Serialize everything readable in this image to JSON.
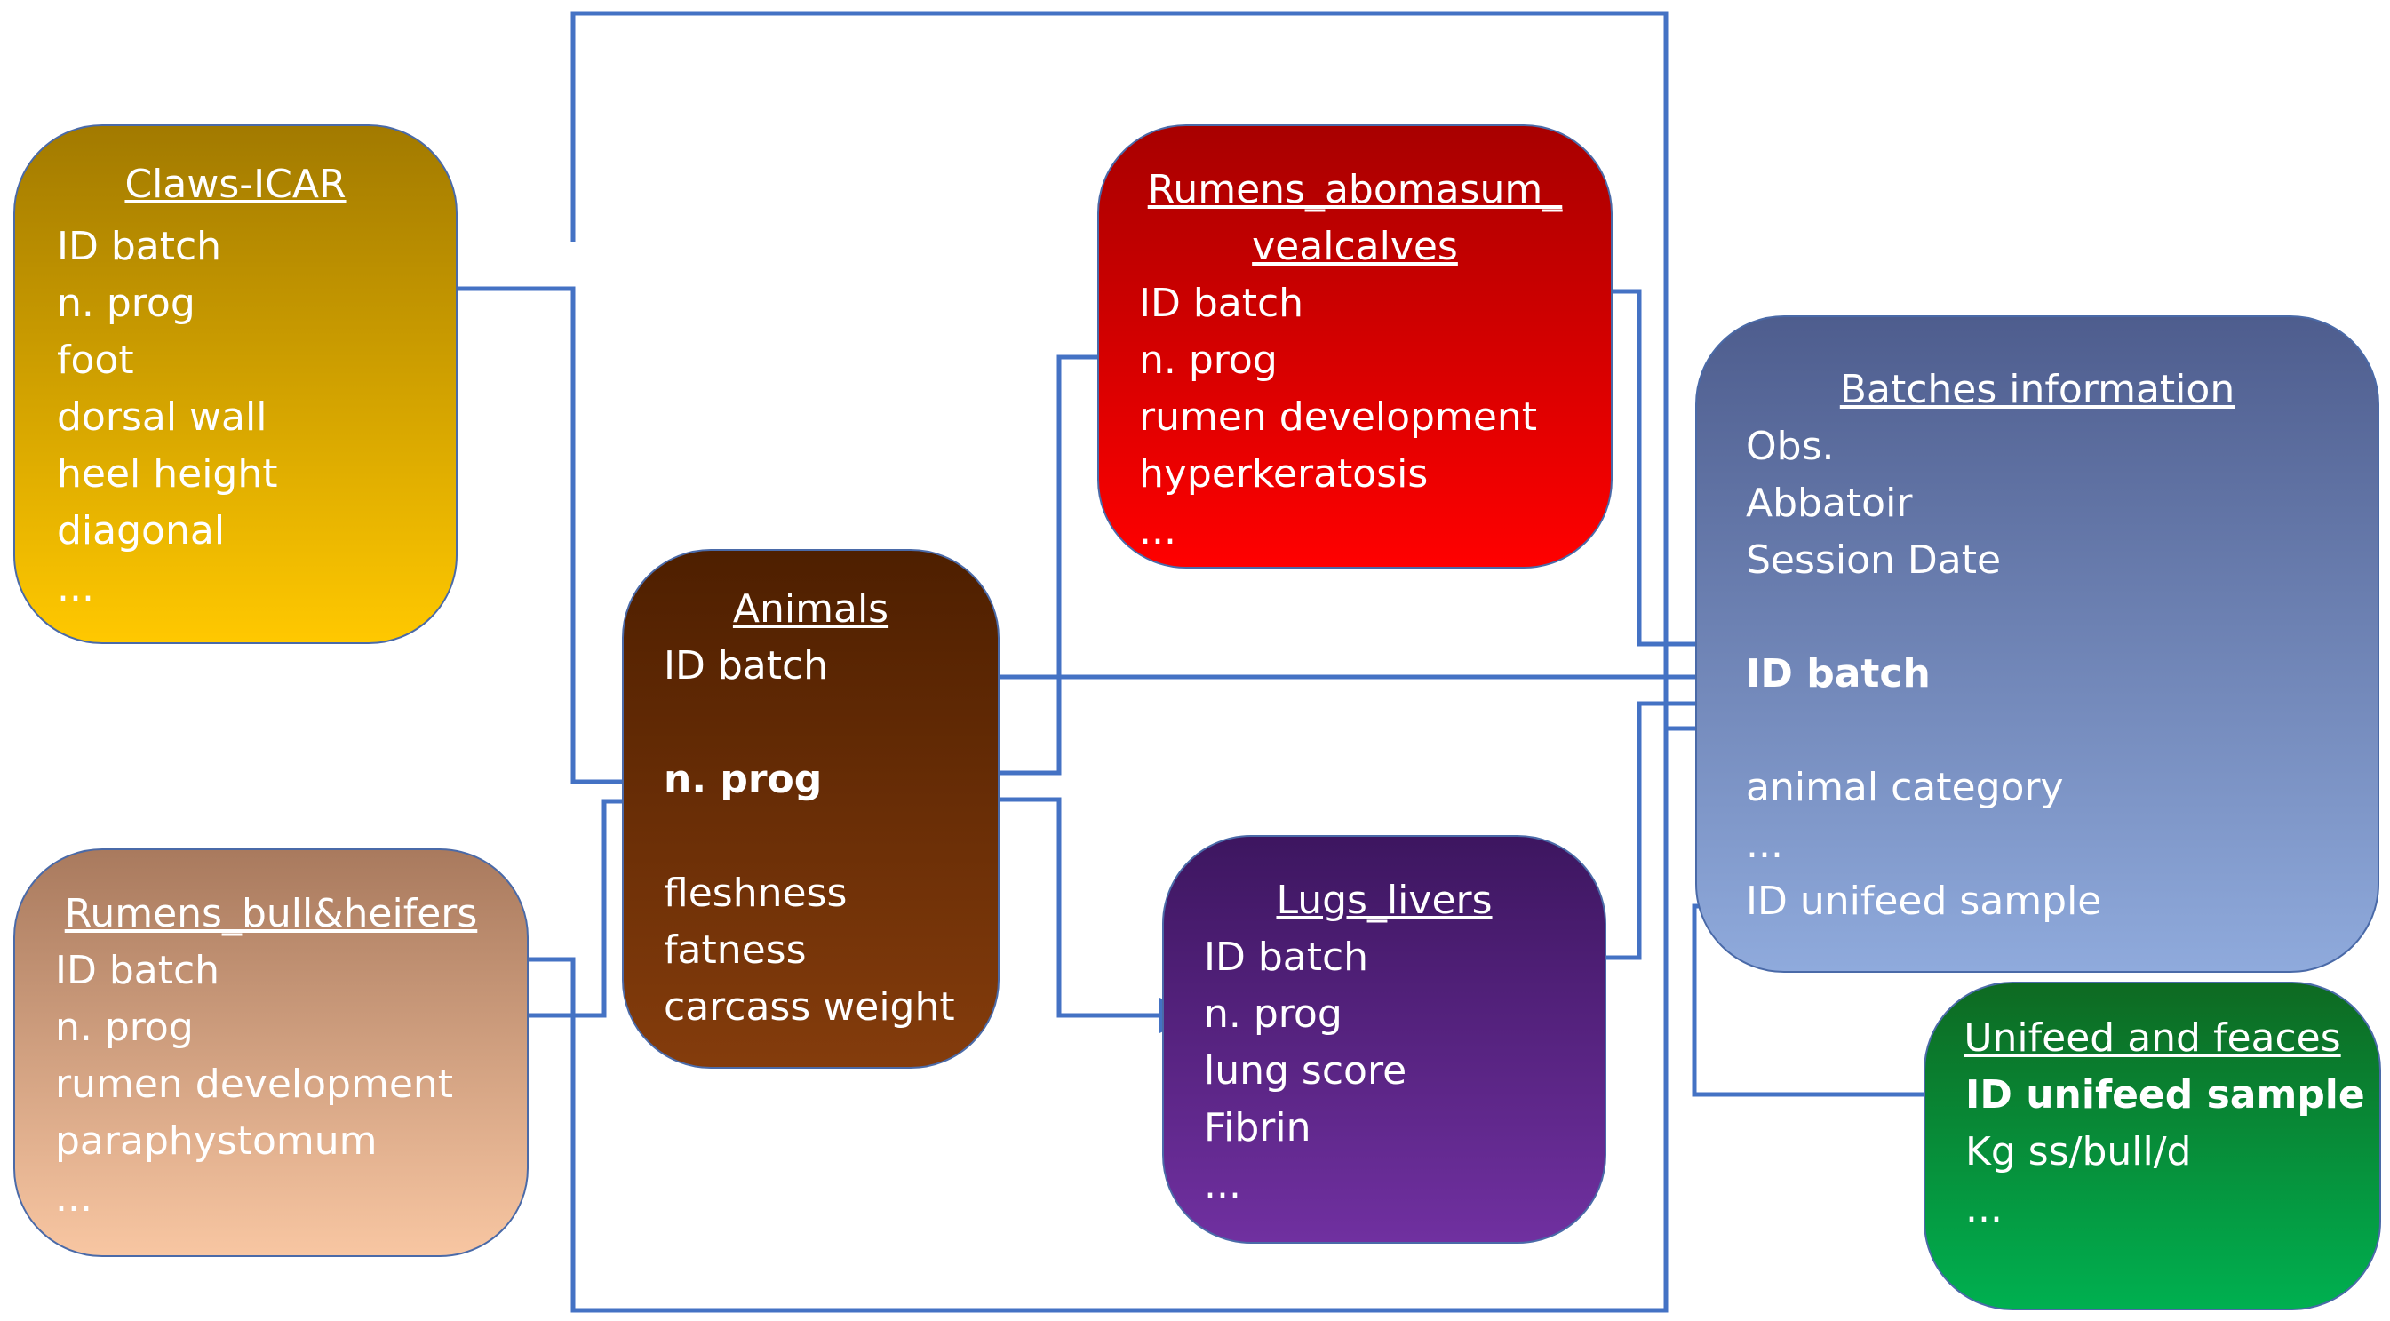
{
  "colors": {
    "connector": "#4472c4",
    "claws": [
      "#a27a00",
      "#ffc800"
    ],
    "rumens_calves": [
      "#a80000",
      "#ff0000"
    ],
    "animals": [
      "#4e1f00",
      "#843c0c"
    ],
    "rumens_bull": [
      "#a97a5e",
      "#f8c6a2"
    ],
    "lungs": [
      "#3d1660",
      "#7030a0"
    ],
    "batches": [
      "#4e5d8e",
      "#8faadc"
    ],
    "unifeed": [
      "#0e6a22",
      "#00b050"
    ]
  },
  "boxes": {
    "claws": {
      "title": "Claws-ICAR",
      "fields": [
        "ID batch",
        "n. prog",
        "foot",
        "dorsal wall",
        "heel height",
        "diagonal",
        "..."
      ]
    },
    "rumens_calves": {
      "title_line1": "Rumens_abomasum_",
      "title_line2": "vealcalves",
      "fields": [
        "ID batch",
        "n. prog",
        "rumen development",
        "hyperkeratosis",
        "..."
      ]
    },
    "animals": {
      "title": "Animals",
      "fields": [
        "ID batch",
        "n. prog",
        "fleshness",
        "fatness",
        "carcass weight"
      ]
    },
    "rumens_bull": {
      "title": "Rumens_bull&heifers",
      "fields": [
        "ID batch",
        "n. prog",
        "rumen development",
        "paraphystomum",
        "..."
      ]
    },
    "lungs": {
      "title": "Lugs_livers",
      "fields": [
        "ID batch",
        "n. prog",
        "lung score",
        "Fibrin",
        "..."
      ]
    },
    "batches": {
      "title": "Batches information",
      "fields": [
        "Obs.",
        "Abbatoir",
        "Session Date",
        "ID batch",
        "animal category",
        "...",
        "ID unifeed sample"
      ]
    },
    "unifeed": {
      "title": "Unifeed and feaces",
      "fields": [
        "ID unifeed sample",
        "Kg ss/bull/d",
        "..."
      ]
    }
  }
}
